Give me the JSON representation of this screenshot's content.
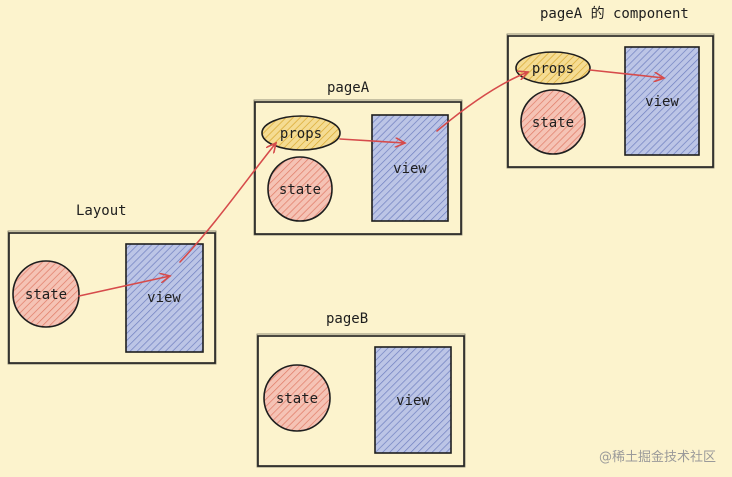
{
  "colors": {
    "background": "#fcf3cd",
    "state_fill": "#f3b4a4",
    "props_fill": "#f1d27e",
    "view_fill": "#a9b4dd",
    "arrow": "#d64b4b",
    "stroke": "#1e1e1e"
  },
  "sections": {
    "layout": {
      "title": "Layout",
      "state": "state",
      "view": "view"
    },
    "pageA": {
      "title": "pageA",
      "props": "props",
      "state": "state",
      "view": "view"
    },
    "component": {
      "title": "pageA 的 component",
      "props": "props",
      "state": "state",
      "view": "view"
    },
    "pageB": {
      "title": "pageB",
      "state": "state",
      "view": "view"
    }
  },
  "watermark": "@稀土掘金技术社区"
}
